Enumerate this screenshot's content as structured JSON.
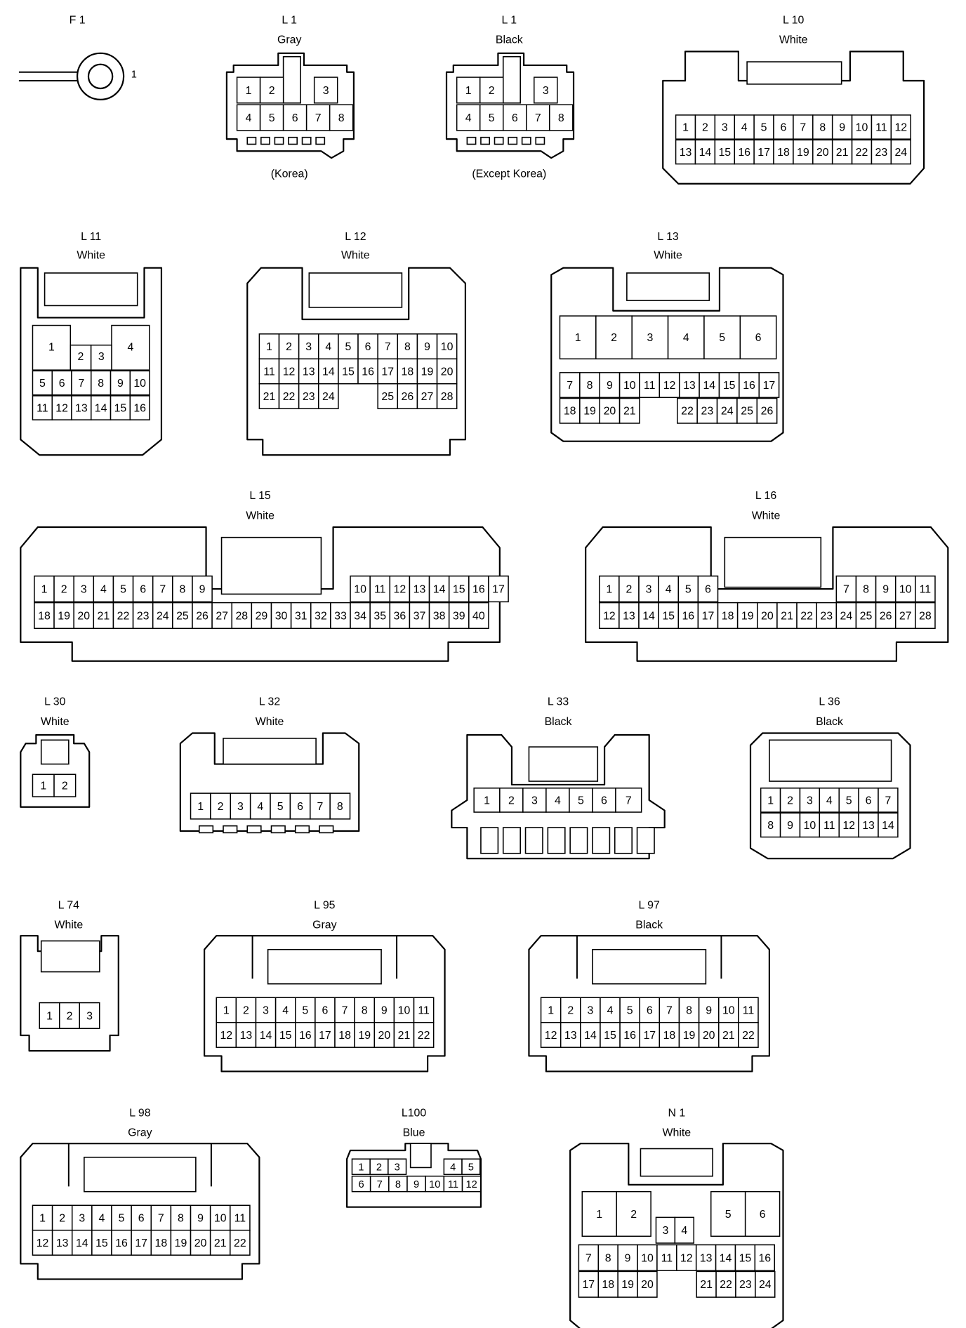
{
  "connectors": [
    {
      "code": "F 1",
      "color": "",
      "note": "",
      "pin_labels": [
        "1"
      ]
    },
    {
      "code": "L 1",
      "color": "Gray",
      "note": "(Korea)",
      "pins": [
        [
          "1",
          "2",
          "",
          "3"
        ],
        [
          "4",
          "5",
          "6",
          "7",
          "8"
        ]
      ]
    },
    {
      "code": "L 1",
      "color": "Black",
      "note": "(Except Korea)",
      "pins": [
        [
          "1",
          "2",
          "",
          "3"
        ],
        [
          "4",
          "5",
          "6",
          "7",
          "8"
        ]
      ]
    },
    {
      "code": "L 10",
      "color": "White",
      "note": "",
      "pins": [
        [
          "1",
          "2",
          "3",
          "4",
          "5",
          "6",
          "7",
          "8",
          "9",
          "10",
          "11",
          "12"
        ],
        [
          "13",
          "14",
          "15",
          "16",
          "17",
          "18",
          "19",
          "20",
          "21",
          "22",
          "23",
          "24"
        ]
      ]
    },
    {
      "code": "L 11",
      "color": "White",
      "note": "",
      "pins": [
        [
          "1",
          "2",
          "3",
          "4"
        ],
        [
          "5",
          "6",
          "7",
          "8",
          "9",
          "10"
        ],
        [
          "11",
          "12",
          "13",
          "14",
          "15",
          "16"
        ]
      ]
    },
    {
      "code": "L 12",
      "color": "White",
      "note": "",
      "pins": [
        [
          "1",
          "2",
          "3",
          "4",
          "5",
          "6",
          "7",
          "8",
          "9",
          "10"
        ],
        [
          "11",
          "12",
          "13",
          "14",
          "15",
          "16",
          "17",
          "18",
          "19",
          "20"
        ],
        [
          "21",
          "22",
          "23",
          "24",
          "",
          "",
          "25",
          "26",
          "27",
          "28"
        ]
      ]
    },
    {
      "code": "L 13",
      "color": "White",
      "note": "",
      "pins": [
        [
          "1",
          "2",
          "3",
          "4",
          "5",
          "6"
        ],
        [
          "7",
          "8",
          "9",
          "10",
          "11",
          "12",
          "13",
          "14",
          "15",
          "16",
          "17"
        ],
        [
          "18",
          "19",
          "20",
          "21",
          "",
          "22",
          "23",
          "24",
          "25",
          "26"
        ]
      ]
    },
    {
      "code": "L 15",
      "color": "White",
      "note": "",
      "pins": [
        [
          "1",
          "2",
          "3",
          "4",
          "5",
          "6",
          "7",
          "8",
          "9",
          "",
          "",
          "",
          "",
          "",
          "",
          "",
          "10",
          "11",
          "12",
          "13",
          "14",
          "15",
          "16",
          "17"
        ],
        [
          "18",
          "19",
          "20",
          "21",
          "22",
          "23",
          "24",
          "25",
          "26",
          "27",
          "28",
          "29",
          "30",
          "31",
          "32",
          "33",
          "34",
          "35",
          "36",
          "37",
          "38",
          "39",
          "40"
        ]
      ]
    },
    {
      "code": "L 16",
      "color": "White",
      "note": "",
      "pins": [
        [
          "1",
          "2",
          "3",
          "4",
          "5",
          "6",
          "",
          "",
          "",
          "",
          "",
          "",
          "7",
          "8",
          "9",
          "10",
          "11"
        ],
        [
          "12",
          "13",
          "14",
          "15",
          "16",
          "17",
          "18",
          "19",
          "20",
          "21",
          "22",
          "23",
          "24",
          "25",
          "26",
          "27",
          "28"
        ]
      ]
    },
    {
      "code": "L 30",
      "color": "White",
      "note": "",
      "pins": [
        [
          "1",
          "2"
        ]
      ]
    },
    {
      "code": "L 32",
      "color": "White",
      "note": "",
      "pins": [
        [
          "1",
          "2",
          "3",
          "4",
          "5",
          "6",
          "7",
          "8"
        ]
      ]
    },
    {
      "code": "L 33",
      "color": "Black",
      "note": "",
      "pins": [
        [
          "1",
          "2",
          "3",
          "4",
          "5",
          "6",
          "7"
        ]
      ]
    },
    {
      "code": "L 36",
      "color": "Black",
      "note": "",
      "pins": [
        [
          "1",
          "2",
          "3",
          "4",
          "5",
          "6",
          "7"
        ],
        [
          "8",
          "9",
          "10",
          "11",
          "12",
          "13",
          "14"
        ]
      ]
    },
    {
      "code": "L 74",
      "color": "White",
      "note": "",
      "pins": [
        [
          "1",
          "2",
          "3"
        ]
      ]
    },
    {
      "code": "L 95",
      "color": "Gray",
      "note": "",
      "pins": [
        [
          "1",
          "2",
          "3",
          "4",
          "5",
          "6",
          "7",
          "8",
          "9",
          "10",
          "11"
        ],
        [
          "12",
          "13",
          "14",
          "15",
          "16",
          "17",
          "18",
          "19",
          "20",
          "21",
          "22"
        ]
      ]
    },
    {
      "code": "L 97",
      "color": "Black",
      "note": "",
      "pins": [
        [
          "1",
          "2",
          "3",
          "4",
          "5",
          "6",
          "7",
          "8",
          "9",
          "10",
          "11"
        ],
        [
          "12",
          "13",
          "14",
          "15",
          "16",
          "17",
          "18",
          "19",
          "20",
          "21",
          "22"
        ]
      ]
    },
    {
      "code": "L 98",
      "color": "Gray",
      "note": "",
      "pins": [
        [
          "1",
          "2",
          "3",
          "4",
          "5",
          "6",
          "7",
          "8",
          "9",
          "10",
          "11"
        ],
        [
          "12",
          "13",
          "14",
          "15",
          "16",
          "17",
          "18",
          "19",
          "20",
          "21",
          "22"
        ]
      ]
    },
    {
      "code": "L100",
      "color": "Blue",
      "note": "",
      "pins": [
        [
          "1",
          "2",
          "3",
          "",
          "4",
          "5"
        ],
        [
          "6",
          "7",
          "8",
          "9",
          "10",
          "11",
          "12"
        ]
      ]
    },
    {
      "code": "N 1",
      "color": "White",
      "note": "",
      "pins": [
        [
          "1",
          "2",
          "",
          "5",
          "6"
        ],
        [
          "3",
          "4"
        ],
        [
          "7",
          "8",
          "9",
          "10",
          "11",
          "12",
          "13",
          "14",
          "15",
          "16"
        ],
        [
          "17",
          "18",
          "19",
          "20",
          "",
          "21",
          "22",
          "23",
          "24"
        ]
      ]
    }
  ]
}
